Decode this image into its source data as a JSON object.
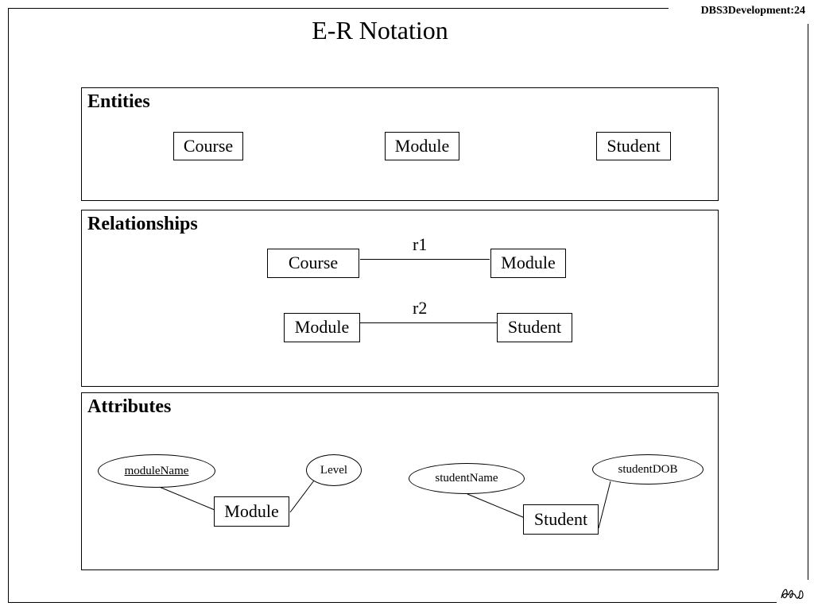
{
  "header": {
    "tag": "DBS3Development:24"
  },
  "slide": {
    "title": "E-R Notation"
  },
  "entities_panel": {
    "title": "Entities",
    "items": [
      "Course",
      "Module",
      "Student"
    ]
  },
  "relationships_panel": {
    "title": "Relationships",
    "relations": [
      {
        "label": "r1",
        "left": "Course",
        "right": "Module"
      },
      {
        "label": "r2",
        "left": "Module",
        "right": "Student"
      }
    ]
  },
  "attributes_panel": {
    "title": "Attributes",
    "examples": [
      {
        "entity": "Module",
        "key_attribute": "moduleName",
        "attribute": "Level"
      },
      {
        "entity": "Student",
        "attribute_1": "studentName",
        "attribute_2": "studentDOB"
      }
    ]
  },
  "logo": {
    "icon": "signature-logo-icon"
  }
}
